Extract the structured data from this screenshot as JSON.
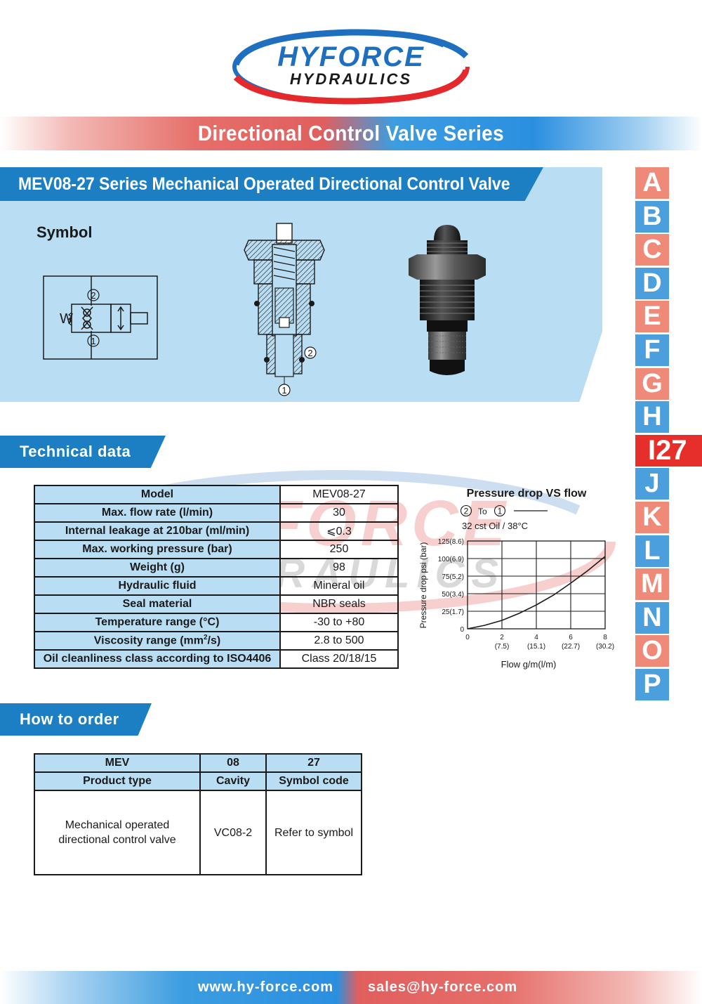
{
  "brand": {
    "line1": "HYFORCE",
    "line2": "HYDRAULICS",
    "red": "#e4282b",
    "blue": "#1f6fc0"
  },
  "series_title": "Directional Control Valve Series",
  "product": {
    "title": "MEV08-27 Series Mechanical Operated Directional Control Valve",
    "symbol_label": "Symbol",
    "symbol_marks": {
      "port2": "2",
      "port1": "1",
      "spring": "W"
    },
    "section_marks": {
      "port2": "2",
      "port1": "1"
    }
  },
  "letter_index": [
    "A",
    "B",
    "C",
    "D",
    "E",
    "F",
    "G",
    "H",
    "I27",
    "J",
    "K",
    "L",
    "M",
    "N",
    "O",
    "P"
  ],
  "active_letter": "I27",
  "technical": {
    "header": "Technical data",
    "rows": [
      {
        "label": "Model",
        "value": "MEV08-27"
      },
      {
        "label": "Max. flow rate (l/min)",
        "value": "30"
      },
      {
        "label": "Internal leakage at 210bar (ml/min)",
        "value": "⩽0.3"
      },
      {
        "label": "Max. working pressure (bar)",
        "value": "250"
      },
      {
        "label": "Weight (g)",
        "value": "98"
      },
      {
        "label": "Hydraulic fluid",
        "value": "Mineral oil"
      },
      {
        "label": "Seal material",
        "value": "NBR seals"
      },
      {
        "label": "Temperature range (°C)",
        "value": "-30 to +80"
      },
      {
        "label_main": "Viscosity range (mm",
        "label_sup": "2",
        "label_end": "/s)",
        "value": "2.8 to 500"
      },
      {
        "label": "Oil cleanliness class according to ISO4406",
        "value": "Class 20/18/15"
      }
    ]
  },
  "chart_data": {
    "type": "line",
    "title": "Pressure drop VS flow",
    "legend": {
      "from": "2",
      "to_word": "To",
      "to": "1"
    },
    "subtitle": "32 cst Oil / 38°C",
    "xlabel": "Flow g/m(l/m)",
    "ylabel": "Pressure drop psi (bar)",
    "xlim": [
      0,
      8
    ],
    "ylim": [
      0,
      125
    ],
    "grid": true,
    "x_ticks": [
      {
        "value": 0,
        "label": "0",
        "sub": ""
      },
      {
        "value": 2,
        "label": "2",
        "sub": "(7.5)"
      },
      {
        "value": 4,
        "label": "4",
        "sub": "(15.1)"
      },
      {
        "value": 6,
        "label": "6",
        "sub": "(22.7)"
      },
      {
        "value": 8,
        "label": "8",
        "sub": "(30.2)"
      }
    ],
    "y_ticks": [
      {
        "value": 0,
        "label": "0"
      },
      {
        "value": 25,
        "label": "25(1.7)"
      },
      {
        "value": 50,
        "label": "50(3.4)"
      },
      {
        "value": 75,
        "label": "75(5.2)"
      },
      {
        "value": 100,
        "label": "100(6.9)"
      },
      {
        "value": 125,
        "label": "125(8.6)"
      }
    ],
    "series": [
      {
        "x": [
          0,
          1,
          2,
          3,
          4,
          5,
          6,
          7,
          8
        ],
        "y": [
          0,
          5,
          12,
          22,
          34,
          48,
          65,
          83,
          103
        ]
      }
    ]
  },
  "order": {
    "header": "How to order",
    "codes": [
      "MEV",
      "08",
      "27"
    ],
    "headers": [
      "Product type",
      "Cavity",
      "Symbol code"
    ],
    "values": {
      "product_type": [
        "Mechanical operated",
        "directional control valve"
      ],
      "cavity": "VC08-2",
      "symbol_code": "Refer to symbol"
    }
  },
  "footer": {
    "website": "www.hy-force.com",
    "email": "sales@hy-force.com"
  }
}
